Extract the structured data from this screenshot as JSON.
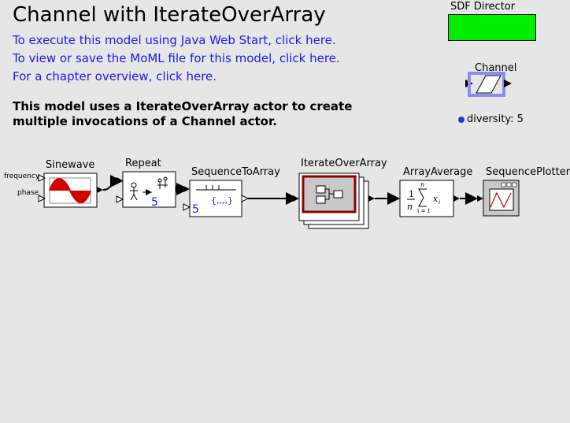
{
  "title": "Channel with IterateOverArray",
  "links": [
    "To execute this model using Java Web Start, click here.",
    "To view or save the MoML file for this model, click here.",
    "For a chapter overview, click here."
  ],
  "description": "This model uses a IterateOverArray actor to create multiple invocations of a Channel actor.",
  "director": {
    "label": "SDF Director",
    "color": "#00ee00"
  },
  "port_actor": {
    "label": "Channel"
  },
  "parameter": {
    "name": "diversity",
    "text": "diversity: 5"
  },
  "actors": {
    "sinewave": {
      "label": "Sinewave",
      "ports": [
        "frequency",
        "phase"
      ]
    },
    "repeat": {
      "label": "Repeat",
      "value": "5"
    },
    "sequence_to_array": {
      "label": "SequenceToArray",
      "glyph": "{,,,,}",
      "value": "5"
    },
    "iterate_over_array": {
      "label": "IterateOverArray"
    },
    "array_average": {
      "label": "ArrayAverage"
    },
    "sequence_plotter": {
      "label": "SequencePlotter"
    }
  },
  "formula": {
    "one": "1",
    "n": "n",
    "sum_top": "n",
    "sum_bottom": "i = 1",
    "x": "x",
    "i": "i"
  }
}
